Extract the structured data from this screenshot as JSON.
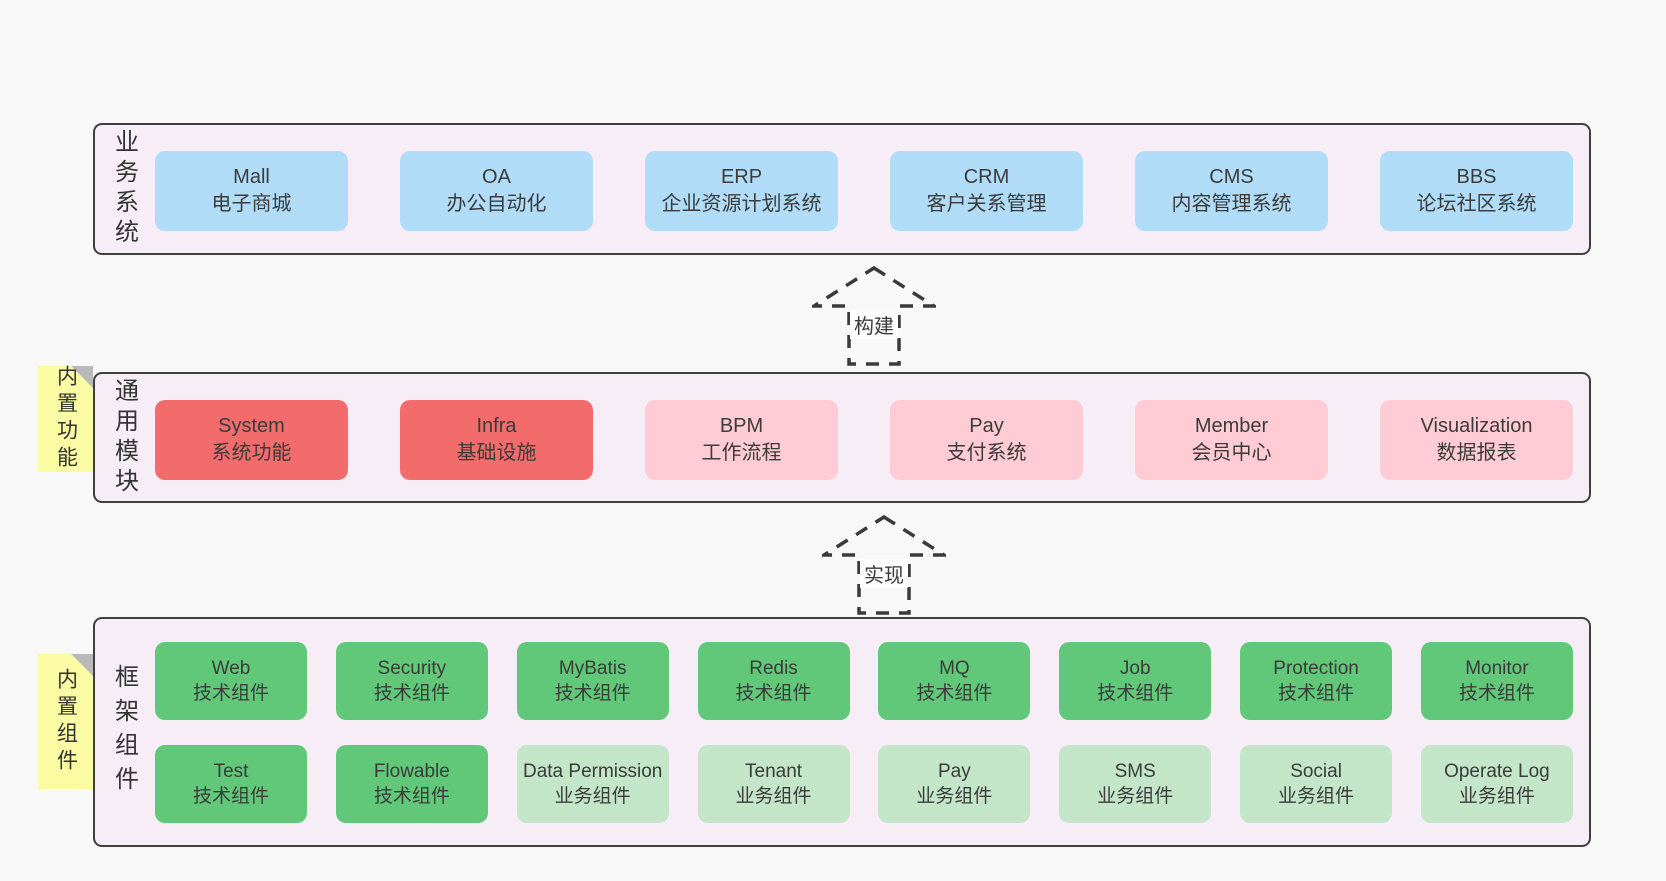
{
  "colors": {
    "page-bg": "#f8f8f8",
    "band-bg": "#f7edf6",
    "band-border": "#3f3f3f",
    "box-blue": "#b0dcf8",
    "box-red": "#f26c6c",
    "box-pink": "#ffccd6",
    "box-green": "#60c878",
    "box-green-light": "#c3e6c9",
    "sticky-yellow": "#fbfba4",
    "sticky-fold": "#b9b9b9",
    "text": "#3b3b3b",
    "arrow": "#3a3a3a"
  },
  "arrows": [
    {
      "label": "构建"
    },
    {
      "label": "实现"
    }
  ],
  "bands": [
    {
      "label": "业务系统",
      "boxes": [
        {
          "name": "Mall",
          "desc": "电子商城"
        },
        {
          "name": "OA",
          "desc": "办公自动化"
        },
        {
          "name": "ERP",
          "desc": "企业资源计划系统"
        },
        {
          "name": "CRM",
          "desc": "客户关系管理"
        },
        {
          "name": "CMS",
          "desc": "内容管理系统"
        },
        {
          "name": "BBS",
          "desc": "论坛社区系统"
        }
      ]
    },
    {
      "label": "通用模块",
      "sticky": "内置功能",
      "boxes": [
        {
          "name": "System",
          "desc": "系统功能"
        },
        {
          "name": "Infra",
          "desc": "基础设施"
        },
        {
          "name": "BPM",
          "desc": "工作流程"
        },
        {
          "name": "Pay",
          "desc": "支付系统"
        },
        {
          "name": "Member",
          "desc": "会员中心"
        },
        {
          "name": "Visualization",
          "desc": "数据报表"
        }
      ]
    },
    {
      "label": "框架组件",
      "sticky": "内置组件",
      "rows": [
        {
          "boxes": [
            {
              "name": "Web",
              "desc": "技术组件"
            },
            {
              "name": "Security",
              "desc": "技术组件"
            },
            {
              "name": "MyBatis",
              "desc": "技术组件"
            },
            {
              "name": "Redis",
              "desc": "技术组件"
            },
            {
              "name": "MQ",
              "desc": "技术组件"
            },
            {
              "name": "Job",
              "desc": "技术组件"
            },
            {
              "name": "Protection",
              "desc": "技术组件"
            },
            {
              "name": "Monitor",
              "desc": "技术组件"
            }
          ]
        },
        {
          "boxes": [
            {
              "name": "Test",
              "desc": "技术组件"
            },
            {
              "name": "Flowable",
              "desc": "技术组件"
            },
            {
              "name": "Data Permission",
              "desc": "业务组件"
            },
            {
              "name": "Tenant",
              "desc": "业务组件"
            },
            {
              "name": "Pay",
              "desc": "业务组件"
            },
            {
              "name": "SMS",
              "desc": "业务组件"
            },
            {
              "name": "Social",
              "desc": "业务组件"
            },
            {
              "name": "Operate Log",
              "desc": "业务组件"
            }
          ]
        }
      ]
    }
  ]
}
